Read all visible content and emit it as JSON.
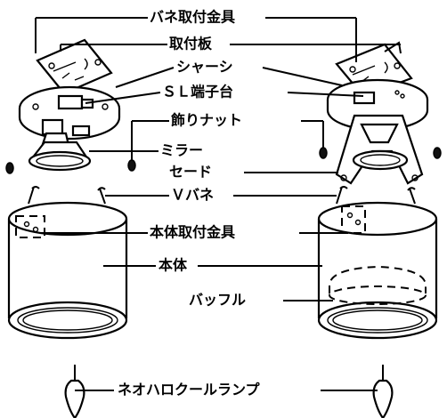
{
  "labels": {
    "spring_bracket": "バネ取付金具",
    "mount_plate": "取付板",
    "chassis": "シャーシ",
    "terminal_block": "ＳＬ端子台",
    "decor_nut": "飾りナット",
    "mirror": "ミラー",
    "shade": "セード",
    "v_spring": "Ｖバネ",
    "body_bracket": "本体取付金具",
    "body": "本体",
    "baffle": "バッフル",
    "lamp": "ネオハロクールランプ"
  }
}
